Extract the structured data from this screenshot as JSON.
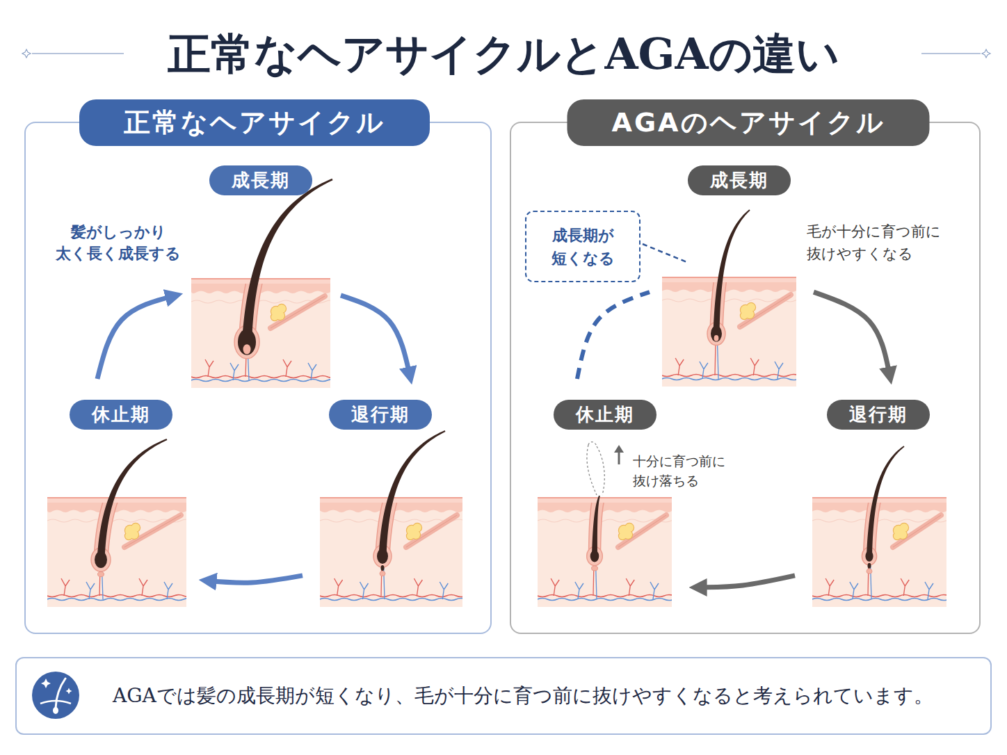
{
  "diagram": {
    "title": "正常なヘアサイクルとAGAの違い",
    "nodes": [
      {
        "text": [
          "正常なヘアサイクル"
        ]
      },
      {
        "text": [
          "成長期"
        ],
        "in": 0
      },
      {
        "text": [
          "退行期"
        ],
        "in": 0
      },
      {
        "text": [
          "休止期"
        ],
        "in": 0
      },
      {
        "text": [
          "AGAのヘアサイクル"
        ]
      },
      {
        "text": [
          "成長期"
        ],
        "in": 4
      },
      {
        "text": [
          "退行期"
        ],
        "in": 4
      },
      {
        "text": [
          "休止期"
        ],
        "in": 4
      },
      {
        "text": [
          "成長期が 短くなる"
        ],
        "in": 4
      },
      {
        "text": [
          "AGAでは髪の成長期が短くなり、毛が十分に育つ前に抜けやすくなると考えられています。"
        ]
      }
    ],
    "edges": [
      {
        "from": 1,
        "to": 2,
        "arrow": "to"
      },
      {
        "from": 2,
        "to": 3,
        "arrow": "to"
      },
      {
        "from": 3,
        "to": 1,
        "arrow": "to"
      },
      {
        "from": 5,
        "to": 6,
        "arrow": "to"
      },
      {
        "from": 6,
        "to": 7,
        "arrow": "to"
      },
      {
        "from": 7,
        "to": 5,
        "arrow": "none"
      }
    ],
    "labels": [
      "髪がしっかり 太く長く成長する",
      "毛が十分に育つ前に 抜けやすくなる",
      "十分に育つ前に 抜け落ちる"
    ]
  }
}
